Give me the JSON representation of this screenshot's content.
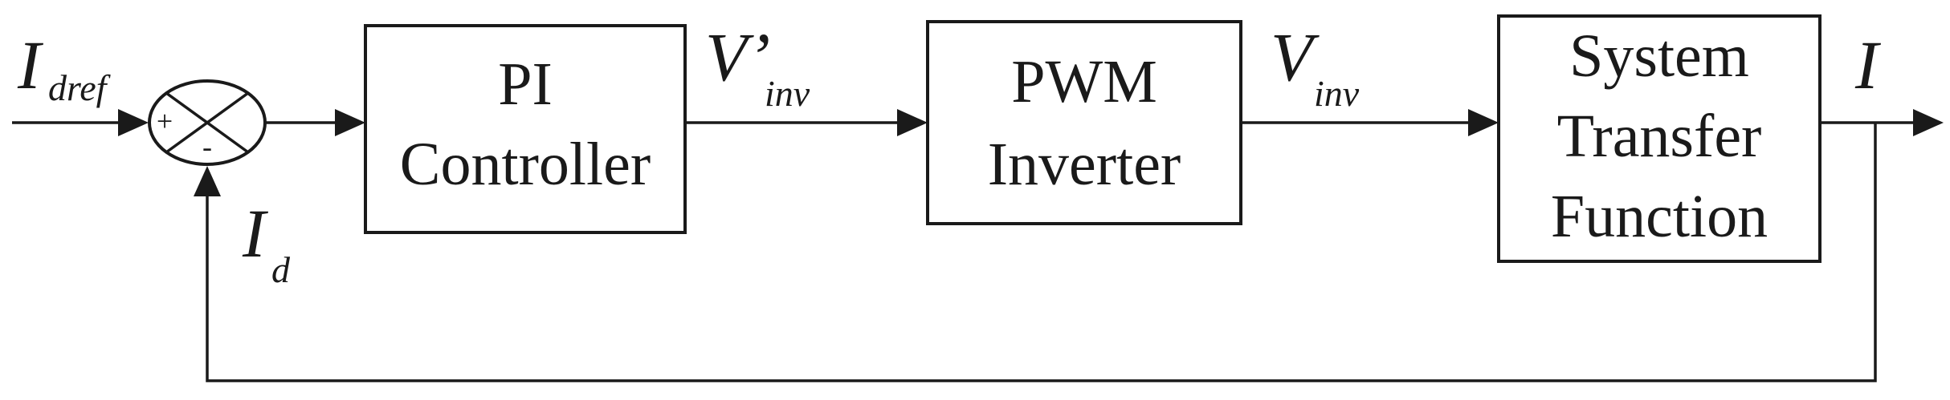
{
  "blocks": {
    "pi": {
      "line1": "PI",
      "line2": "Controller"
    },
    "pwm": {
      "line1": "PWM",
      "line2": "Inverter"
    },
    "system": {
      "line1": "System",
      "line2": "Transfer",
      "line3": "Function"
    }
  },
  "signals": {
    "input": {
      "main": "I",
      "sub": "dref"
    },
    "pi_output": {
      "main": "V’",
      "sub": "inv"
    },
    "pwm_output": {
      "main": "V",
      "sub": "inv"
    },
    "output": {
      "main": "I"
    },
    "feedback": {
      "main": "I",
      "sub": "d"
    }
  },
  "summing_junction": {
    "plus": "+",
    "minus": "-"
  }
}
